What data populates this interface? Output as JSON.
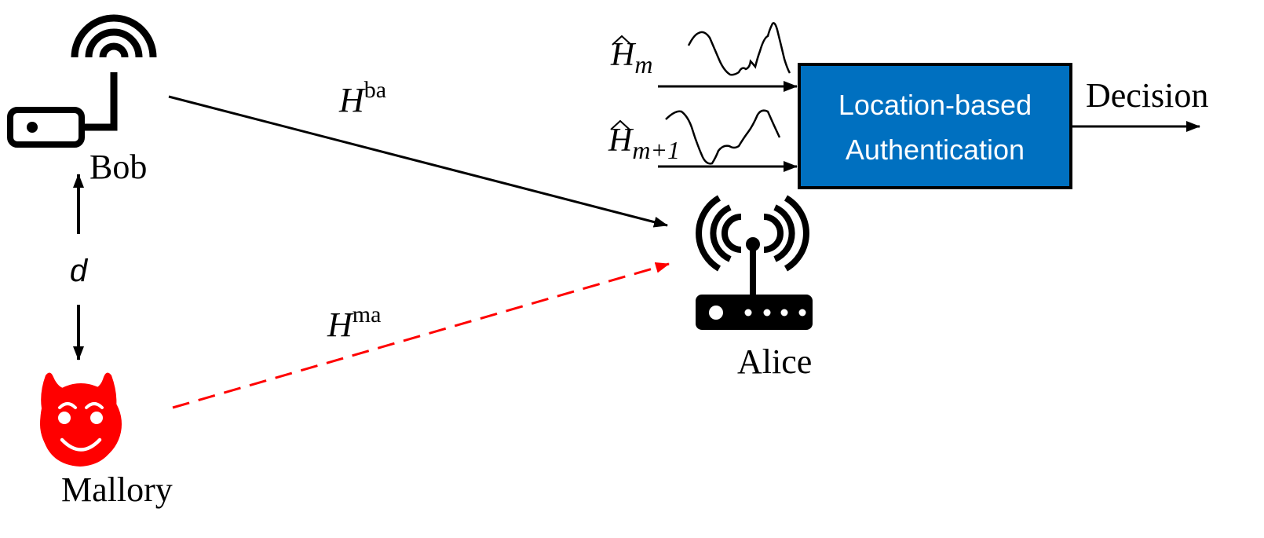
{
  "nodes": {
    "bob": {
      "label": "Bob",
      "icon": "wireless-transmitter-icon"
    },
    "mallory": {
      "label": "Mallory",
      "icon": "devil-face-icon"
    },
    "alice": {
      "label": "Alice",
      "icon": "wifi-router-icon"
    }
  },
  "distance_label": "d",
  "channels": {
    "bob_to_alice": {
      "symbol": "H",
      "superscript": "ba",
      "style": "solid"
    },
    "mallory_to_alice": {
      "symbol": "H",
      "superscript": "ma",
      "style": "dashed"
    }
  },
  "inputs": [
    {
      "symbol": "H",
      "subscript": "m",
      "hat": true
    },
    {
      "symbol": "H",
      "subscript": "m+1",
      "hat": true
    }
  ],
  "auth_block": {
    "line1": "Location-based",
    "line2": "Authentication"
  },
  "output_label": "Decision",
  "colors": {
    "block_fill": "#0070C0",
    "block_text": "#ffffff",
    "attacker": "#FF0000",
    "line": "#000000"
  }
}
